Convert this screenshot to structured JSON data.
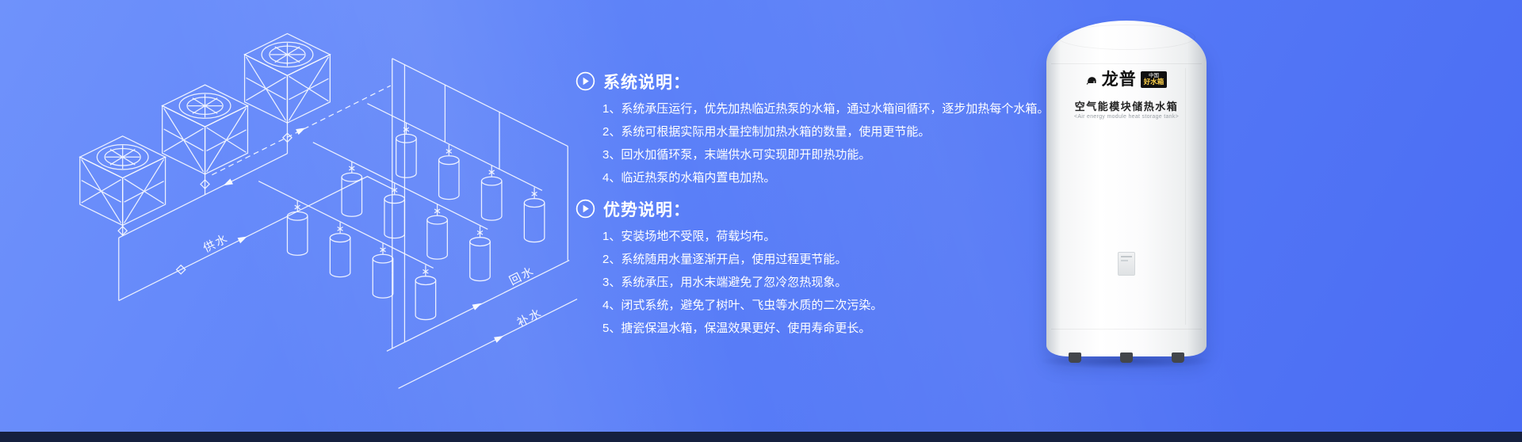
{
  "theme": {
    "background_top": "#6f92fb",
    "background_bottom": "#4a6cf3",
    "footer_bar": "#15203f",
    "text_color": "#ffffff",
    "line_color": "#ffffff"
  },
  "diagram": {
    "labels": {
      "supply": "供水",
      "return": "回水",
      "makeup": "补水"
    }
  },
  "sections": [
    {
      "title": "系统说明：",
      "icon": "play-circle",
      "items": [
        "1、系统承压运行，优先加热临近热泵的水箱，通过水箱间循环，逐步加热每个水箱。",
        "2、系统可根据实际用水量控制加热水箱的数量，使用更节能。",
        "3、回水加循环泵，末端供水可实现即开即热功能。",
        "4、临近热泵的水箱内置电加热。"
      ]
    },
    {
      "title": "优势说明：",
      "icon": "play-circle",
      "items": [
        "1、安装场地不受限，荷载均布。",
        "2、系统随用水量逐渐开启，使用过程更节能。",
        "3、系统承压，用水末端避免了忽冷忽热现象。",
        "4、闭式系统，避免了树叶、飞虫等水质的二次污染。",
        "5、搪瓷保温水箱，保温效果更好、使用寿命更长。"
      ]
    }
  ],
  "product": {
    "brand": "龙普",
    "badge_line1": "中国",
    "badge_line2": "好水箱",
    "name": "空气能模块储热水箱",
    "name_en": "<Air energy module heat storage tank>"
  }
}
